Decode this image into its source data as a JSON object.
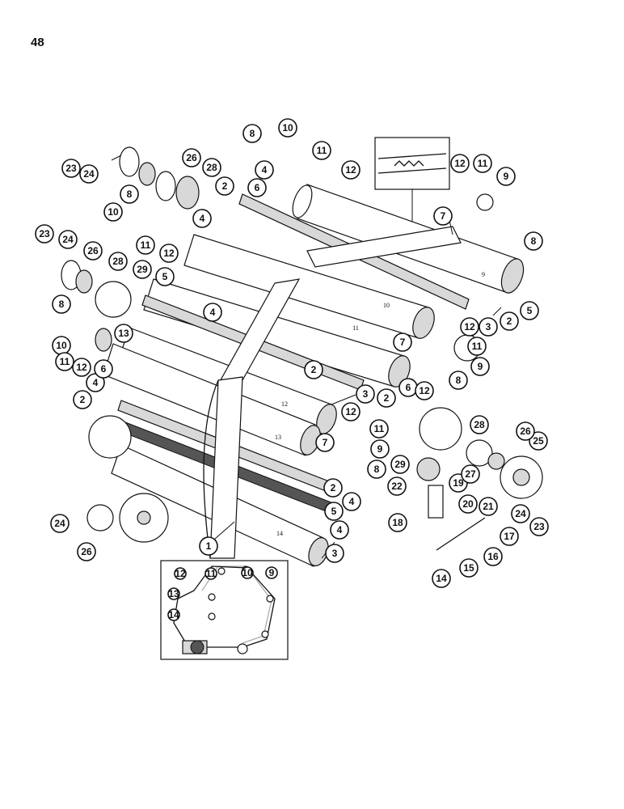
{
  "page_number": "48",
  "roller_labels": [
    "9",
    "10",
    "11",
    "12",
    "13",
    "14"
  ],
  "callouts": [
    "1",
    "2",
    "3",
    "4",
    "5",
    "6",
    "7",
    "8",
    "9",
    "10",
    "11",
    "12",
    "13",
    "14",
    "15",
    "16",
    "17",
    "18",
    "19",
    "20",
    "21",
    "22",
    "23",
    "24",
    "25",
    "26",
    "27",
    "28",
    "29"
  ],
  "inset_labels": [
    "9",
    "10",
    "11",
    "12",
    "13",
    "14"
  ]
}
